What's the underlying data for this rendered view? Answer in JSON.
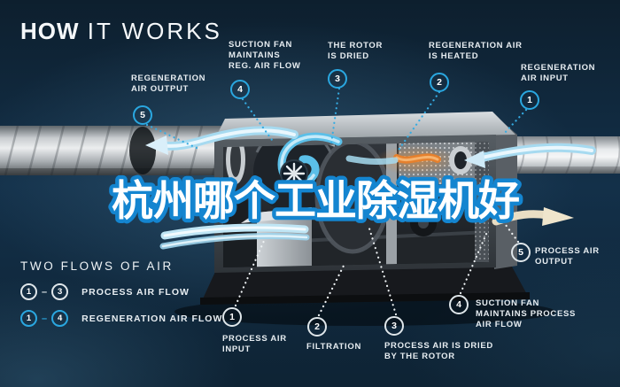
{
  "title": {
    "word_bold": "HOW",
    "word_light": "IT WORKS"
  },
  "headline": "杭州哪个工业除湿机好",
  "colors": {
    "background": "#13293A",
    "accent_blue": "#2AA7E0",
    "process_circle_white": "#DFE6EA",
    "heater_orange": "#E5802D",
    "headline_fill": "#FFFFFF",
    "headline_outline": "#1485D0",
    "airflow_blue": "#A6DAF0",
    "output_cream": "#E9DEC4"
  },
  "regeneration_steps": [
    {
      "num": "1",
      "label": "REGENERATION\nAIR INPUT"
    },
    {
      "num": "2",
      "label": "REGENERATION AIR\nIS HEATED"
    },
    {
      "num": "3",
      "label": "THE ROTOR\nIS DRIED"
    },
    {
      "num": "4",
      "label": "SUCTION FAN\nMAINTAINS\nREG. AIR FLOW"
    },
    {
      "num": "5",
      "label": "REGENERATION\nAIR OUTPUT"
    }
  ],
  "process_steps": [
    {
      "num": "1",
      "label": "PROCESS AIR\nINPUT"
    },
    {
      "num": "2",
      "label": "FILTRATION"
    },
    {
      "num": "3",
      "label": "PROCESS AIR IS DRIED\nBY THE ROTOR"
    },
    {
      "num": "4",
      "label": "SUCTION FAN\nMAINTAINS PROCESS\nAIR FLOW"
    },
    {
      "num": "5",
      "label": "PROCESS AIR\nOUTPUT"
    }
  ],
  "legend": {
    "title": "TWO FLOWS OF AIR",
    "rows": [
      {
        "from": "1",
        "sep": "–",
        "to": "3",
        "label": "PROCESS AIR FLOW",
        "style": "white"
      },
      {
        "from": "1",
        "sep": "–",
        "to": "4",
        "label": "REGENERATION AIR FLOW",
        "style": "blue"
      }
    ]
  }
}
